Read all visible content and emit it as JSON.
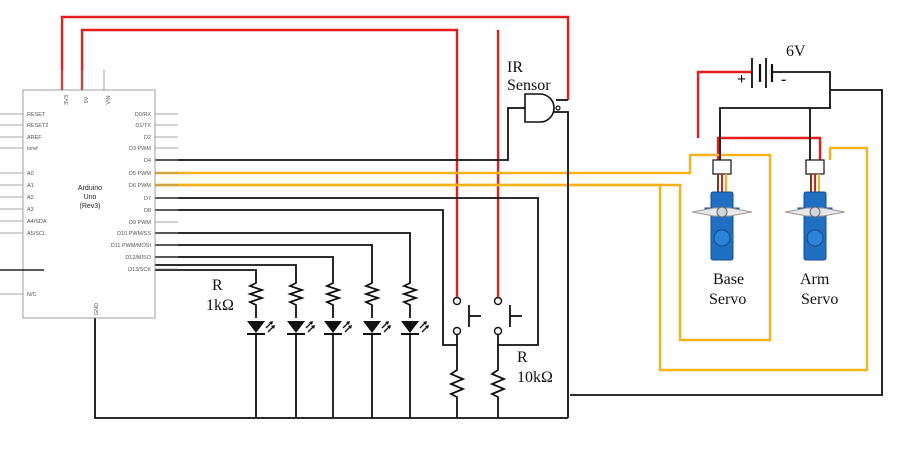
{
  "arduino": {
    "title_line1": "Arduino",
    "title_line2": "Uno",
    "title_line3": "(Rev3)",
    "left_pins": [
      "RESET",
      "RESET2",
      "AREF",
      "ioref",
      "A0",
      "A1",
      "A2",
      "A3",
      "A4/SDA",
      "A5/SCL",
      "N/C"
    ],
    "right_pins": [
      "D0/RX",
      "D1/TX",
      "D2",
      "D3 PWM",
      "D4",
      "D5 PWM",
      "D6 PWM",
      "D7",
      "D8",
      "D9 PWM",
      "D10 PWM/SS",
      "D11 PWM/MOSI",
      "D12/MISO",
      "D13/SCK"
    ],
    "top_pins": [
      "3V3",
      "5V",
      "VIN"
    ],
    "bottom_pin": "GND"
  },
  "labels": {
    "ir_line1": "IR",
    "ir_line2": "Sensor",
    "battery": "6V",
    "battery_plus": "+",
    "battery_minus": "-",
    "r1k_line1": "R",
    "r1k_line2": "1kΩ",
    "r10k_line1": "R",
    "r10k_line2": "10kΩ",
    "base_servo_line1": "Base",
    "base_servo_line2": "Servo",
    "arm_servo_line1": "Arm",
    "arm_servo_line2": "Servo"
  },
  "colors": {
    "wire": "#111111",
    "power": "#e41e1e",
    "signal": "#f5b21b",
    "servo_body": "#1f6fc2"
  }
}
